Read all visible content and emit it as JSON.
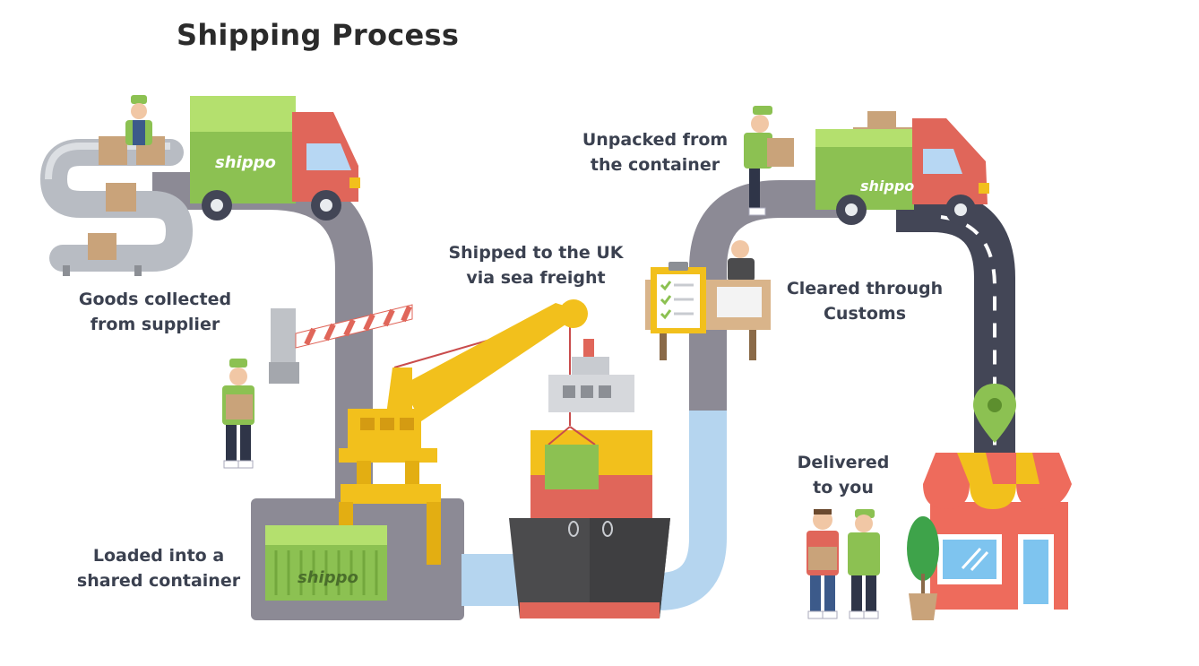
{
  "title": "Shipping Process",
  "steps": [
    {
      "id": "goods",
      "lines": [
        "Goods collected",
        "from supplier"
      ]
    },
    {
      "id": "loaded",
      "lines": [
        "Loaded into a",
        "shared container"
      ]
    },
    {
      "id": "shipped",
      "lines": [
        "Shipped to the UK",
        "via sea freight"
      ]
    },
    {
      "id": "unpacked",
      "lines": [
        "Unpacked from",
        "the container"
      ]
    },
    {
      "id": "cleared",
      "lines": [
        "Cleared through",
        "Customs"
      ]
    },
    {
      "id": "delivered",
      "lines": [
        "Delivered",
        "to you"
      ]
    }
  ],
  "brand_text": "shippo",
  "colors": {
    "road": "#8c8a95",
    "dark_road": "#434656",
    "water": "#b5d5ef",
    "truck_green": "#8cc152",
    "truck_green_light": "#b4e06e",
    "truck_red": "#e0665a",
    "crane_yellow": "#f2c01c",
    "ship_dark": "#4b4b4d",
    "ship_red": "#e0665a",
    "shop_red": "#ee6b5c",
    "awning_yellow": "#f2c01c",
    "worker_green": "#8cc152",
    "box_brown": "#c9a37a",
    "pin_green": "#8cc152"
  },
  "icons": [
    "conveyor-belt-icon",
    "delivery-truck-icon",
    "barrier-gate-icon",
    "worker-icon",
    "crane-icon",
    "container-icon",
    "cargo-ship-icon",
    "customs-desk-icon",
    "clipboard-icon",
    "location-pin-icon",
    "shop-icon",
    "plant-icon"
  ]
}
